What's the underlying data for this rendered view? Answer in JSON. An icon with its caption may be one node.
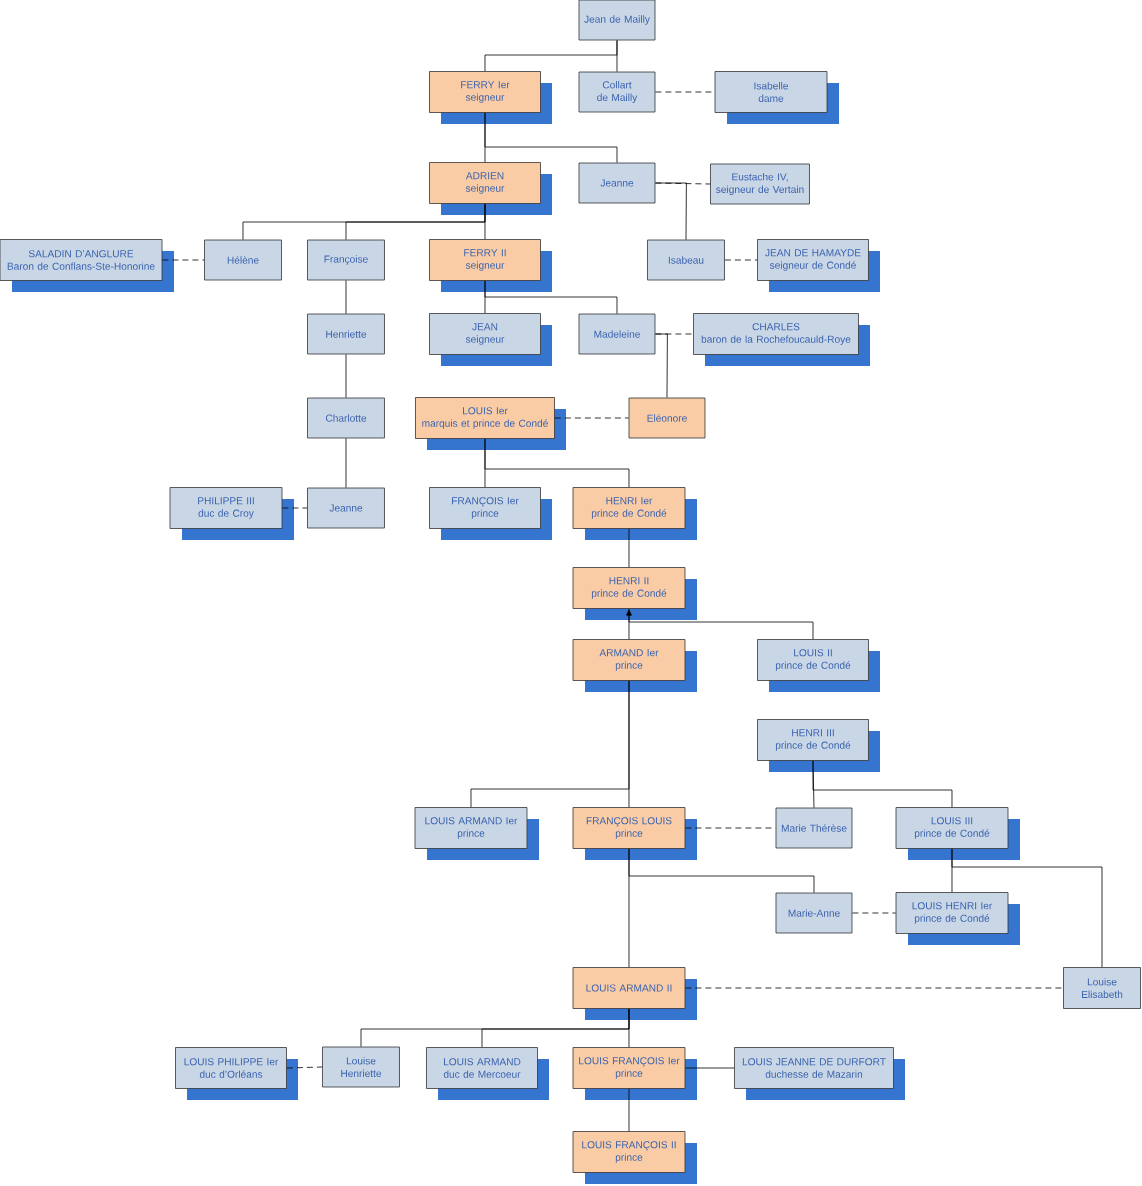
{
  "diagram": {
    "nodes": [
      {
        "text": [
          "Jean de Mailly"
        ]
      },
      {
        "text": [
          "FERRY Ier",
          "seigneur"
        ]
      },
      {
        "text": [
          "Collart de Mailly"
        ]
      },
      {
        "text": [
          "Isabelle",
          "dame"
        ]
      },
      {
        "text": [
          "ADRIEN",
          "seigneur"
        ]
      },
      {
        "text": [
          "Jeanne"
        ]
      },
      {
        "text": [
          "Eustache IV,",
          "seigneur de Vertain"
        ]
      },
      {
        "text": [
          "SALADIN D’ANGLURE",
          "Baron de Conflans-Ste-Honorine"
        ]
      },
      {
        "text": [
          "Hélène"
        ]
      },
      {
        "text": [
          "Françoise"
        ]
      },
      {
        "text": [
          "FERRY II",
          "seigneur"
        ]
      },
      {
        "text": [
          "Isabeau"
        ]
      },
      {
        "text": [
          "JEAN DE HAMAYDE",
          "seigneur de Condé"
        ]
      },
      {
        "text": [
          "Henriette"
        ]
      },
      {
        "text": [
          "JEAN",
          "seigneur"
        ]
      },
      {
        "text": [
          "Madeleine"
        ]
      },
      {
        "text": [
          "CHARLES",
          "baron de la Rochefoucauld-Roye"
        ]
      },
      {
        "text": [
          "Charlotte"
        ]
      },
      {
        "text": [
          "LOUIS Ier",
          "marquis et prince de Condé"
        ]
      },
      {
        "text": [
          "Eléonore"
        ]
      },
      {
        "text": [
          "PHILIPPE III",
          "duc de Croy"
        ]
      },
      {
        "text": [
          "Jeanne"
        ]
      },
      {
        "text": [
          "FRANÇOIS Ier",
          "prince"
        ]
      },
      {
        "text": [
          "HENRI Ier",
          "prince de Condé"
        ]
      },
      {
        "text": [
          "HENRI II",
          "prince de Condé"
        ]
      },
      {
        "text": [
          "ARMAND Ier",
          "prince"
        ]
      },
      {
        "text": [
          "LOUIS II",
          "prince de Condé"
        ]
      },
      {
        "text": [
          "HENRI III",
          "prince de Condé"
        ]
      },
      {
        "text": [
          "LOUIS ARMAND Ier",
          "prince"
        ]
      },
      {
        "text": [
          "FRANÇOIS LOUIS",
          "prince"
        ]
      },
      {
        "text": [
          "Marie Thérèse"
        ]
      },
      {
        "text": [
          "LOUIS III",
          "prince de Condé"
        ]
      },
      {
        "text": [
          "Marie-Anne"
        ]
      },
      {
        "text": [
          "LOUIS HENRI Ier",
          "prince de Condé"
        ]
      },
      {
        "text": [
          "LOUIS ARMAND II"
        ]
      },
      {
        "text": [
          "Louise Elisabeth"
        ]
      },
      {
        "text": [
          "LOUIS PHILIPPE Ier",
          "duc d’Orléans"
        ]
      },
      {
        "text": [
          "Louise Henriette"
        ]
      },
      {
        "text": [
          "LOUIS ARMAND",
          "duc de Mercoeur"
        ]
      },
      {
        "text": [
          "LOUIS FRANÇOIS Ier",
          "prince"
        ]
      },
      {
        "text": [
          "LOUIS JEANNE DE DURFORT",
          "duchesse de Mazarin"
        ]
      },
      {
        "text": [
          "LOUIS FRANÇOIS II",
          "prince"
        ]
      }
    ],
    "edges": [
      {
        "from": 0,
        "to": 1,
        "arrow": "none"
      },
      {
        "from": 0,
        "to": 2,
        "arrow": "none"
      },
      {
        "from": 2,
        "to": 3,
        "arrow": "none",
        "style": "dashed"
      },
      {
        "from": 1,
        "to": 4,
        "arrow": "none"
      },
      {
        "from": 1,
        "to": 5,
        "arrow": "none"
      },
      {
        "from": 5,
        "to": 6,
        "arrow": "none",
        "style": "dashed"
      },
      {
        "from": 5,
        "to": 11,
        "arrow": "none"
      },
      {
        "from": 4,
        "to": 8,
        "arrow": "none"
      },
      {
        "from": 4,
        "to": 9,
        "arrow": "none"
      },
      {
        "from": 4,
        "to": 10,
        "arrow": "none"
      },
      {
        "from": 7,
        "to": 8,
        "arrow": "none",
        "style": "dashed"
      },
      {
        "from": 9,
        "to": 13,
        "arrow": "none"
      },
      {
        "from": 10,
        "to": 14,
        "arrow": "none"
      },
      {
        "from": 10,
        "to": 15,
        "arrow": "none"
      },
      {
        "from": 11,
        "to": 12,
        "arrow": "none",
        "style": "dashed"
      },
      {
        "from": 15,
        "to": 16,
        "arrow": "none",
        "style": "dashed"
      },
      {
        "from": 15,
        "to": 19,
        "arrow": "none"
      },
      {
        "from": 13,
        "to": 17,
        "arrow": "none"
      },
      {
        "from": 18,
        "to": 19,
        "arrow": "none",
        "style": "dashed"
      },
      {
        "from": 17,
        "to": 21,
        "arrow": "none"
      },
      {
        "from": 20,
        "to": 21,
        "arrow": "none",
        "style": "dashed"
      },
      {
        "from": 18,
        "to": 22,
        "arrow": "none"
      },
      {
        "from": 18,
        "to": 23,
        "arrow": "none"
      },
      {
        "from": 23,
        "to": 24,
        "arrow": "none"
      },
      {
        "from": 25,
        "to": 24,
        "arrow": "to"
      },
      {
        "from": 24,
        "to": 26,
        "arrow": "none"
      },
      {
        "from": 25,
        "to": 28,
        "arrow": "none"
      },
      {
        "from": 25,
        "to": 29,
        "arrow": "none"
      },
      {
        "from": 27,
        "to": 30,
        "arrow": "none"
      },
      {
        "from": 27,
        "to": 31,
        "arrow": "none"
      },
      {
        "from": 29,
        "to": 30,
        "arrow": "none",
        "style": "dashed"
      },
      {
        "from": 29,
        "to": 32,
        "arrow": "none"
      },
      {
        "from": 29,
        "to": 34,
        "arrow": "none"
      },
      {
        "from": 32,
        "to": 33,
        "arrow": "none",
        "style": "dashed"
      },
      {
        "from": 31,
        "to": 33,
        "arrow": "none"
      },
      {
        "from": 31,
        "to": 35,
        "arrow": "none"
      },
      {
        "from": 34,
        "to": 35,
        "arrow": "none",
        "style": "dashed"
      },
      {
        "from": 34,
        "to": 37,
        "arrow": "none"
      },
      {
        "from": 34,
        "to": 38,
        "arrow": "none"
      },
      {
        "from": 34,
        "to": 39,
        "arrow": "none"
      },
      {
        "from": 36,
        "to": 37,
        "arrow": "none",
        "style": "dashed"
      },
      {
        "from": 39,
        "to": 40,
        "arrow": "none"
      },
      {
        "from": 39,
        "to": 41,
        "arrow": "none"
      }
    ]
  }
}
